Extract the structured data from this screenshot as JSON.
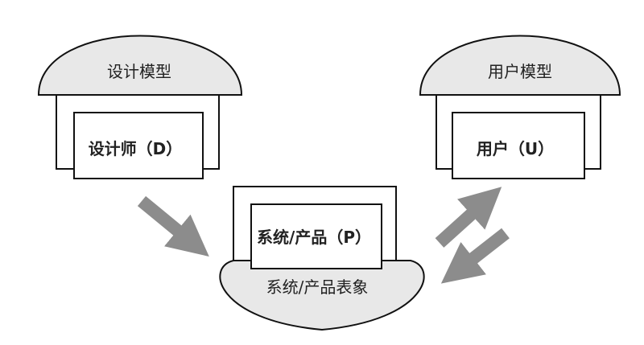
{
  "colors": {
    "cloud_fill": "#e8e8e8",
    "box_fill": "#ffffff",
    "stroke": "#111111",
    "arrow": "#8c8c8c"
  },
  "designer": {
    "model_label": "设计模型",
    "box_label": "设计师（D）"
  },
  "user": {
    "model_label": "用户模型",
    "box_label": "用户（U）"
  },
  "system": {
    "box_label": "系统/产品（P）",
    "image_label": "系统/产品表象"
  }
}
